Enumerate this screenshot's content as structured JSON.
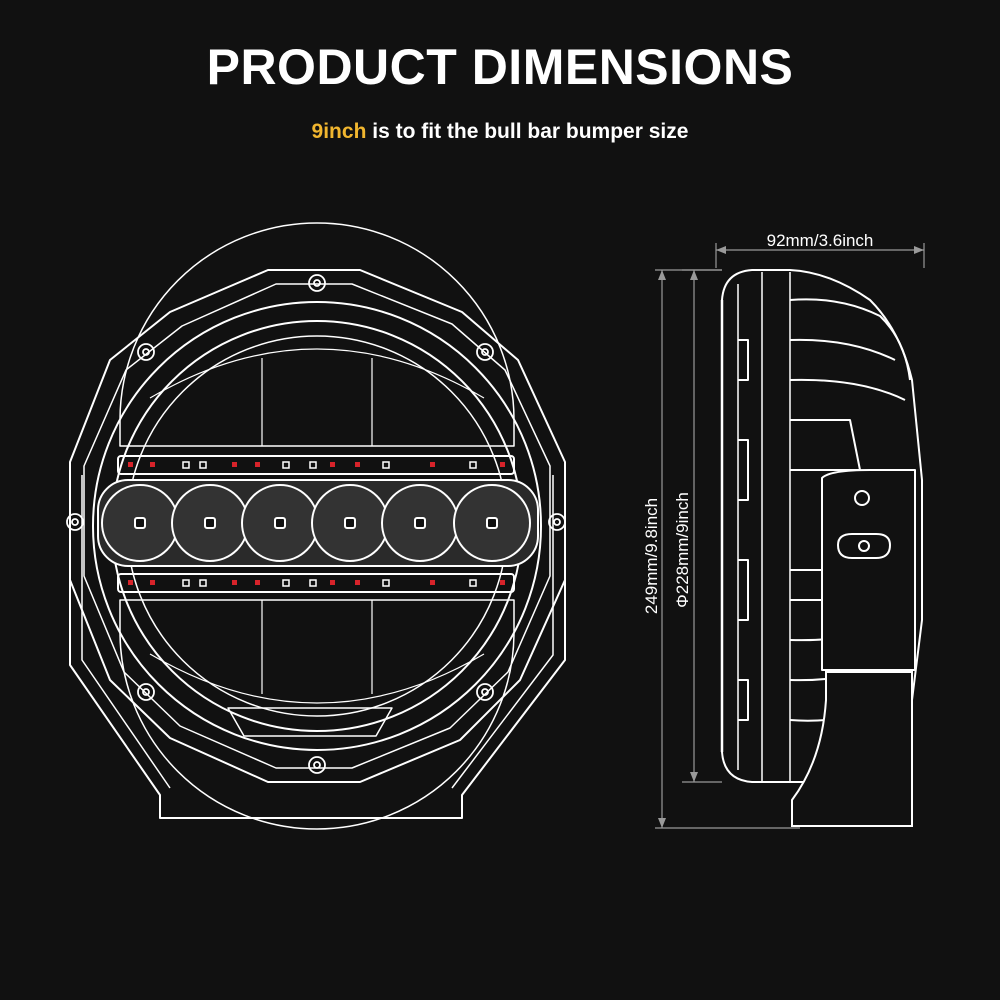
{
  "header": {
    "title": "PRODUCT DIMENSIONS",
    "subtitle_highlight": "9inch",
    "subtitle_rest": " is to fit the bull bar bumper size"
  },
  "dimensions": {
    "depth": "92mm/3.6inch",
    "height": "249mm/9.8inch",
    "diameter": "Φ228mm/9inch"
  },
  "colors": {
    "background": "#111111",
    "line": "#ffffff",
    "highlight": "#f1b62f",
    "led_red": "#d8232a",
    "grey": "#9a9a9a"
  }
}
